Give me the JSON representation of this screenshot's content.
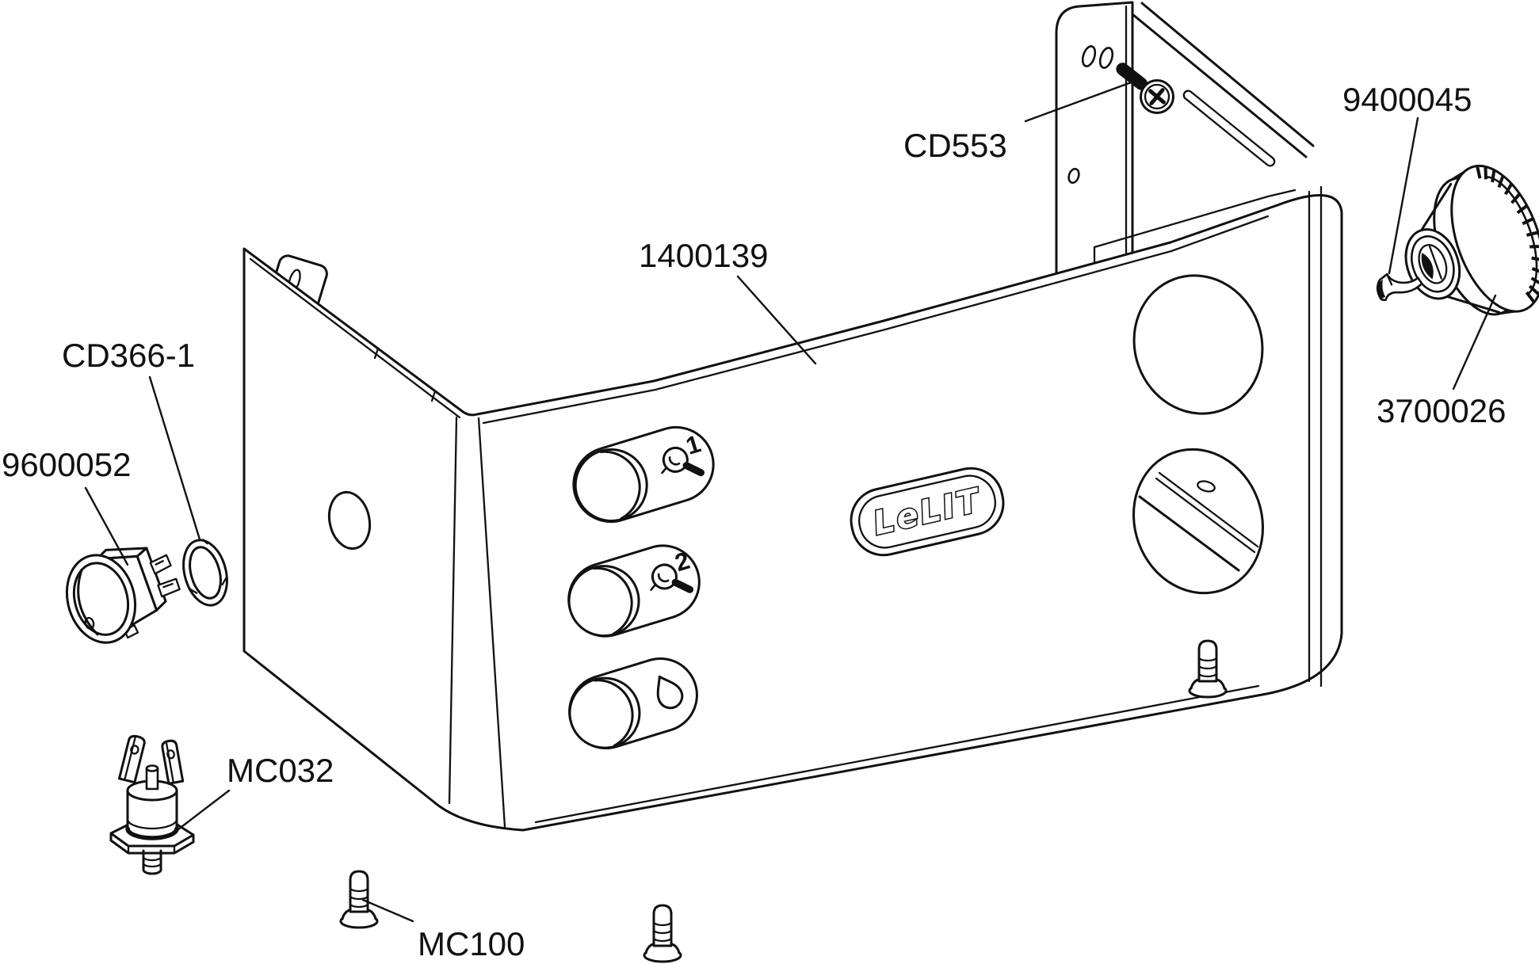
{
  "diagram": {
    "type": "exploded-parts-diagram",
    "subject": "espresso machine chassis panel assembly",
    "logo_text": "LeLIT",
    "part_labels": {
      "cd553": "CD553",
      "p9400045": "9400045",
      "p1400139": "1400139",
      "cd366_1": "CD366-1",
      "p9600052": "9600052",
      "p3700026": "3700026",
      "mc032": "MC032",
      "mc100": "MC100"
    },
    "button_badges": {
      "one": "1",
      "two": "2"
    },
    "icons": {
      "button1": "one-cup-brew-icon",
      "button2": "two-cup-brew-icon",
      "button3": "steam-drop-icon",
      "top_fastener": "phillips-screw-icon",
      "right_part": "knurled-knob",
      "small_part": "retaining-clip"
    }
  },
  "colors": {
    "line": "#111111",
    "background": "#ffffff"
  }
}
